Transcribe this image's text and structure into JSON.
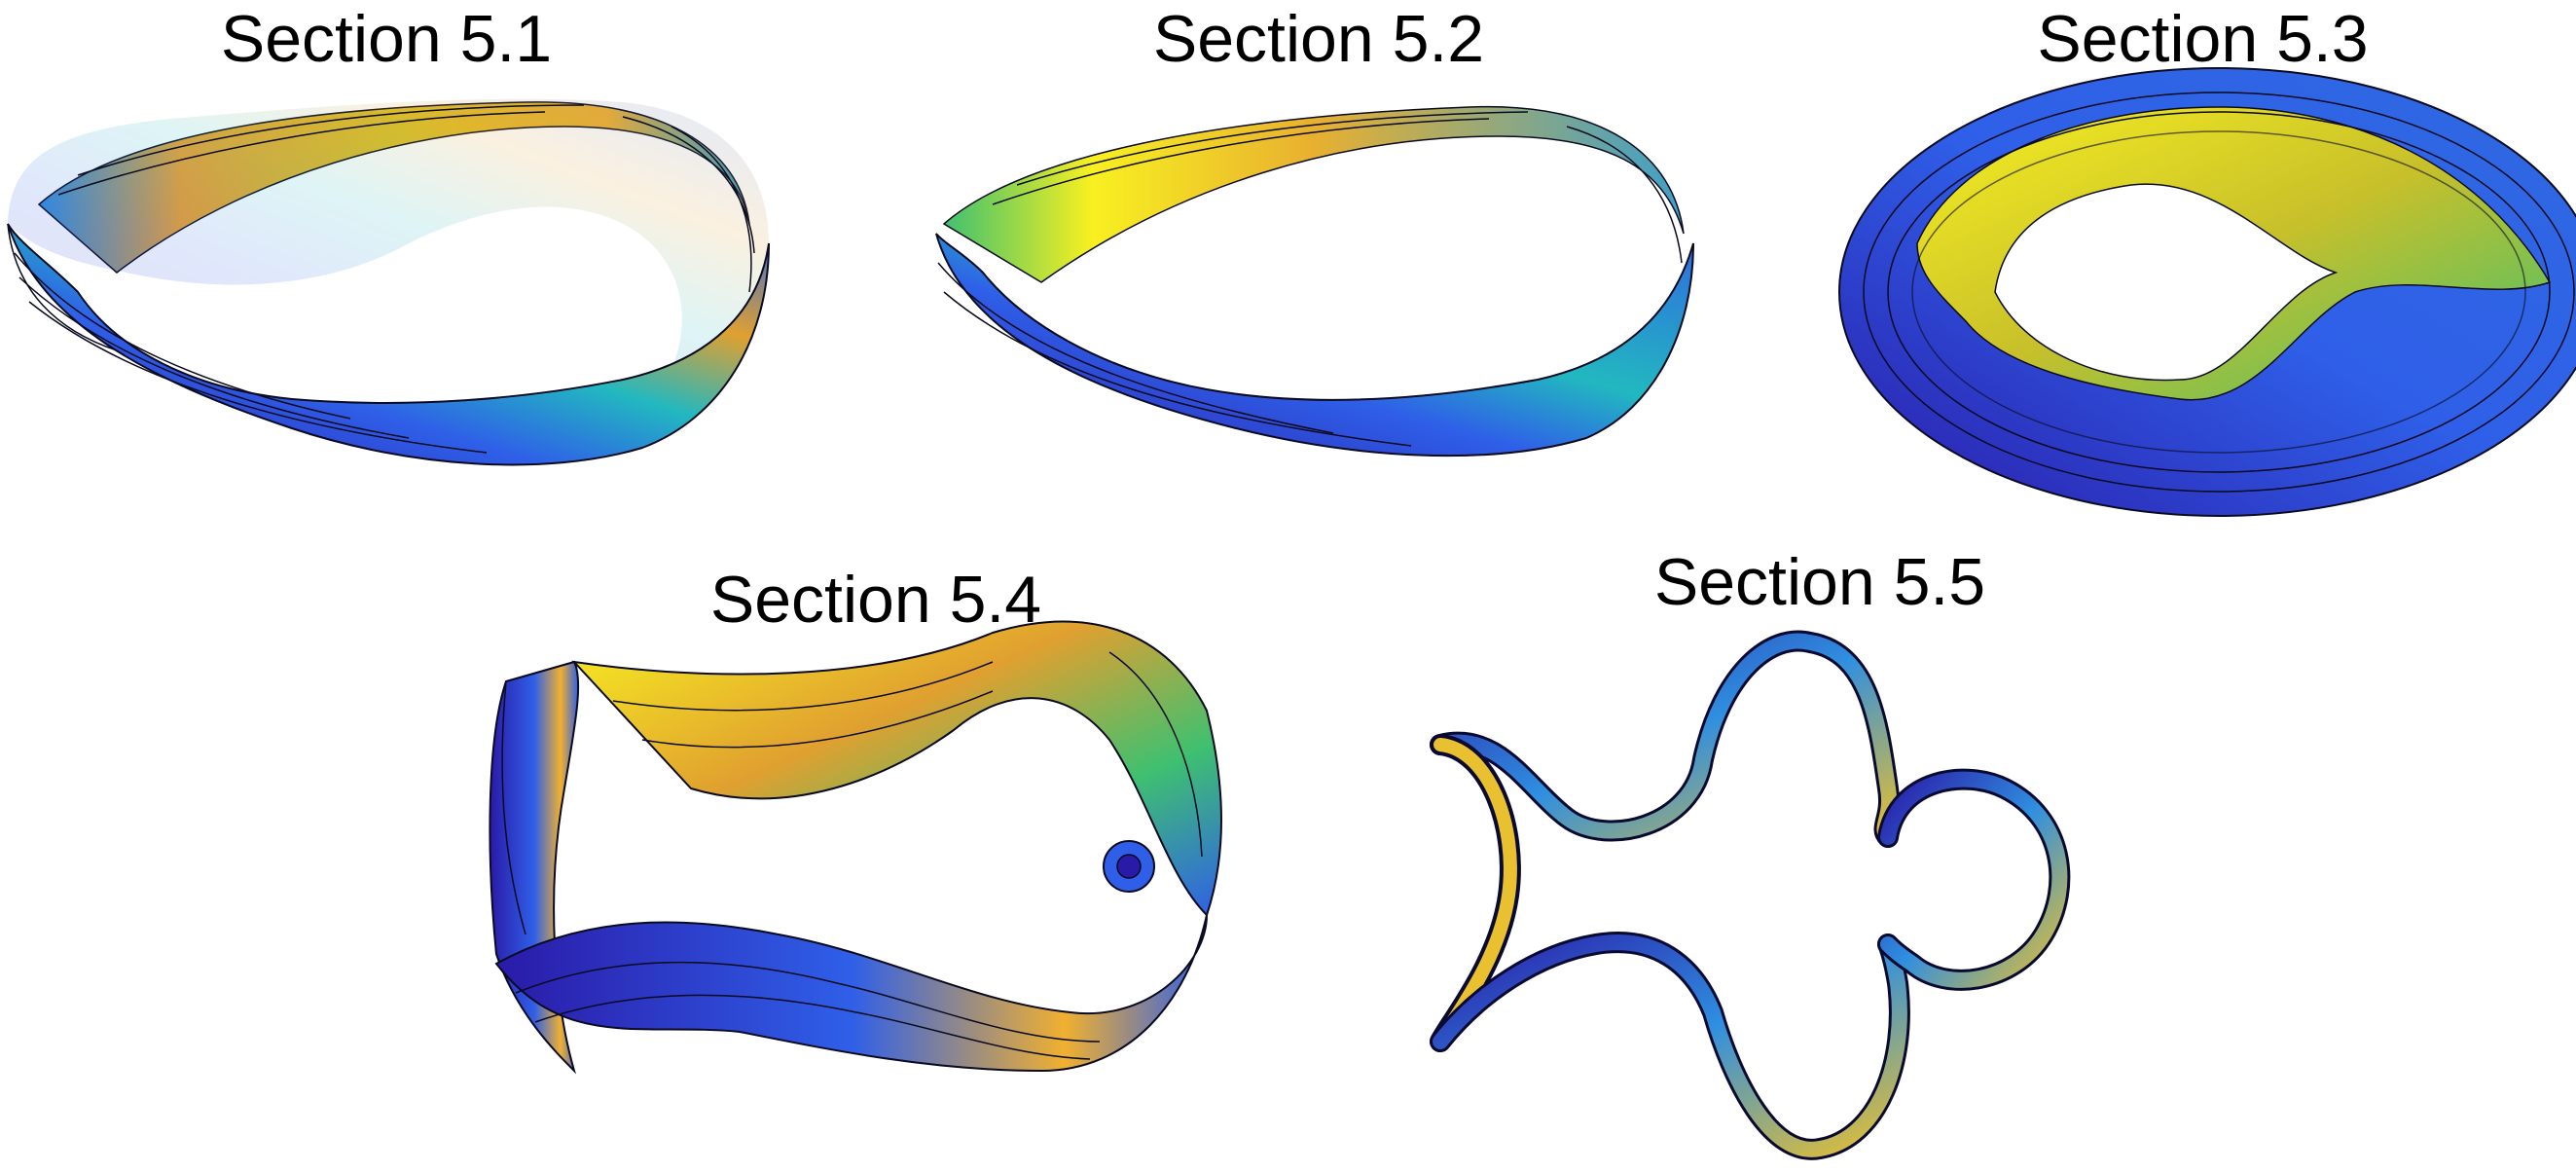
{
  "figure": {
    "panels": [
      {
        "id": "5.1",
        "title": "Section 5.1"
      },
      {
        "id": "5.2",
        "title": "Section 5.2"
      },
      {
        "id": "5.3",
        "title": "Section 5.3"
      },
      {
        "id": "5.4",
        "title": "Section 5.4"
      },
      {
        "id": "5.5",
        "title": "Section 5.5"
      }
    ],
    "colormap": [
      "#2c1fb0",
      "#2f5fe8",
      "#1fb0c8",
      "#3fc070",
      "#c8c02a",
      "#f0a030",
      "#f8f020"
    ]
  }
}
